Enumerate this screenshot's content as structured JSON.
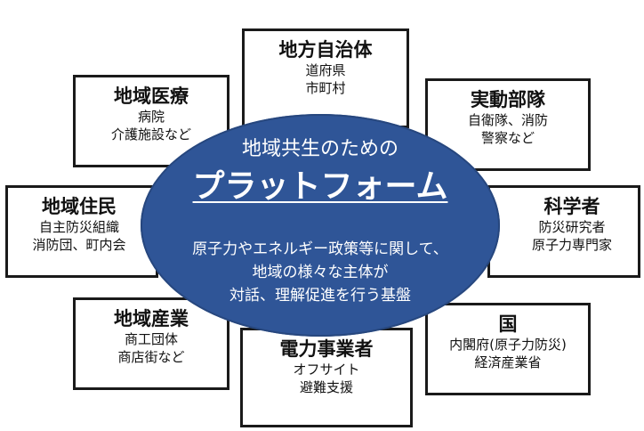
{
  "boxes": {
    "local_gov": {
      "title": "地方自治体",
      "lines": [
        "道府県",
        "市町村"
      ]
    },
    "medical": {
      "title": "地域医療",
      "lines": [
        "病院",
        "介護施設など"
      ]
    },
    "responders": {
      "title": "実動部隊",
      "lines": [
        "自衛隊、消防",
        "警察など"
      ]
    },
    "residents": {
      "title": "地域住民",
      "lines": [
        "自主防災組織",
        "消防団、町内会"
      ]
    },
    "scientists": {
      "title": "科学者",
      "lines": [
        "防災研究者",
        "原子力専門家"
      ]
    },
    "industry": {
      "title": "地域産業",
      "lines": [
        "商工団体",
        "商店街など"
      ]
    },
    "state": {
      "title": "国",
      "lines": [
        "内閣府(原子力防災)",
        "経済産業省"
      ]
    },
    "power": {
      "title": "電力事業者",
      "lines": [
        "オフサイト",
        "避難支援"
      ]
    }
  },
  "center": {
    "heading": "地域共生のための",
    "platform": "プラットフォーム",
    "description": [
      "原子力やエネルギー政策等に関して、",
      "地域の様々な主体が",
      "対話、理解促進を行う基盤"
    ]
  },
  "colors": {
    "ellipse_fill": "#2f5597",
    "box_border": "#1a1a1a",
    "text_dark": "#111111",
    "text_light": "#ffffff"
  }
}
